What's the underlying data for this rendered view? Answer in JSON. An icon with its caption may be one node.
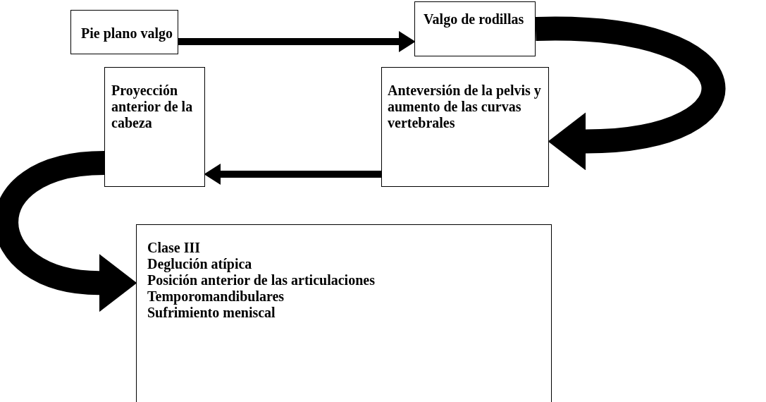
{
  "diagram": {
    "nodes": [
      {
        "text": [
          "Pie plano valgo"
        ]
      },
      {
        "text": [
          "Valgo de rodillas"
        ]
      },
      {
        "text": [
          "Anteversión de la pelvis y aumento de las curvas vertebrales"
        ]
      },
      {
        "text": [
          "Proyección anterior de la cabeza"
        ]
      },
      {
        "text": [
          "Clase III",
          "Deglución atípica",
          "Posición anterior de las articulaciones",
          "Temporomandibulares",
          "Sufrimiento meniscal"
        ]
      }
    ],
    "edges": [
      {
        "from": 0,
        "to": 1,
        "arrow": "to"
      },
      {
        "from": 1,
        "to": 2,
        "arrow": "to",
        "style": "thick"
      },
      {
        "from": 2,
        "to": 3,
        "arrow": "to"
      },
      {
        "from": 3,
        "to": 4,
        "arrow": "to",
        "style": "thick"
      }
    ]
  }
}
